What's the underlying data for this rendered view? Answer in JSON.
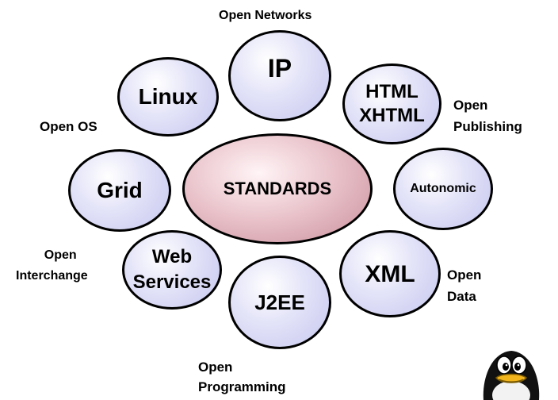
{
  "center": {
    "label": "STANDARDS"
  },
  "nodes": {
    "ip": "IP",
    "html_line1": "HTML",
    "html_line2": "XHTML",
    "autonomic": "Autonomic",
    "xml": "XML",
    "j2ee": "J2EE",
    "web_line1": "Web",
    "web_line2": "Services",
    "grid": "Grid",
    "linux": "Linux"
  },
  "labels": {
    "open_networks": "Open Networks",
    "open_publishing_1": "Open",
    "open_publishing_2": "Publishing",
    "open_os": "Open OS",
    "open_interchange_1": "Open",
    "open_interchange_2": "Interchange",
    "open_data_1": "Open",
    "open_data_2": "Data",
    "open_programming_1": "Open",
    "open_programming_2": "Programming"
  },
  "mascot": {
    "icon": "penguin-icon"
  }
}
